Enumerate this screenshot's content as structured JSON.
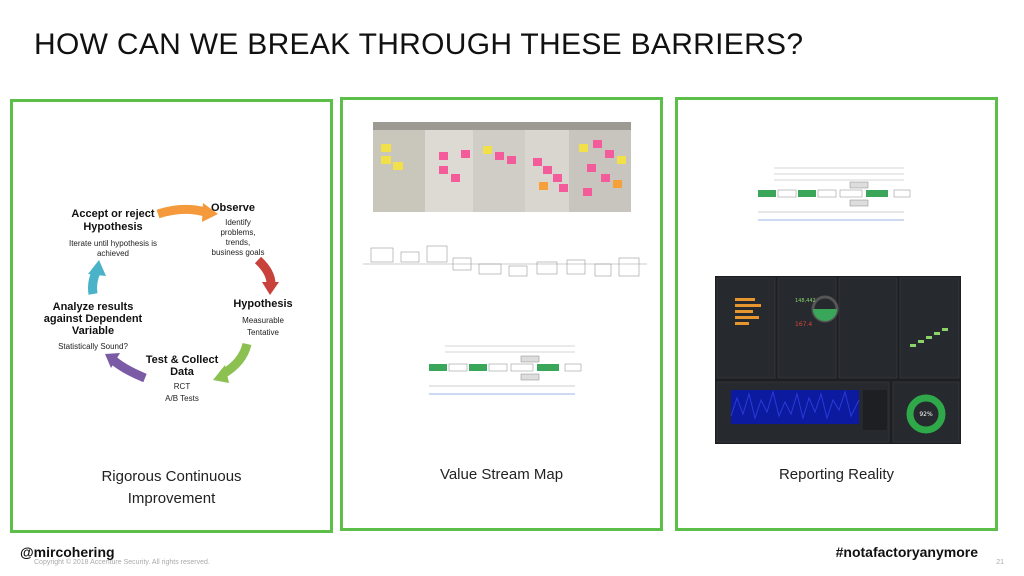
{
  "slide": {
    "title": "HOW CAN WE BREAK THROUGH THESE BARRIERS?",
    "footer_handle": "@mircohering",
    "footer_hashtag": "#notafactoryanymore",
    "copyright": "Copyright © 2018 Accenture Security. All rights reserved.",
    "page_number": "21"
  },
  "panels": [
    {
      "caption_line1": "Rigorous Continuous",
      "caption_line2": "Improvement",
      "cycle": {
        "observe_title": "Observe",
        "observe_sub": [
          "Identify",
          "problems,",
          "trends,",
          "business goals"
        ],
        "hypothesis_title": "Hypothesis",
        "hypothesis_sub": [
          "Measurable",
          "Tentative"
        ],
        "test_title": [
          "Test & Collect",
          "Data"
        ],
        "test_sub": [
          "RCT",
          "A/B Tests"
        ],
        "analyze_title": [
          "Analyze results",
          "against Dependent",
          "Variable"
        ],
        "analyze_sub": "Statistically Sound?",
        "accept_title": [
          "Accept or reject",
          "Hypothesis"
        ],
        "accept_sub": [
          "Iterate until hypothesis is",
          "achieved"
        ]
      }
    },
    {
      "caption": "Value Stream Map"
    },
    {
      "caption": "Reporting Reality",
      "dashboard_gauge_value": "92%"
    }
  ],
  "colors": {
    "panel_border": "#5cbf4a",
    "arrow_orange": "#f59a3c",
    "arrow_red": "#c8413b",
    "arrow_green": "#8cc152",
    "arrow_purple": "#7b5aa6",
    "arrow_teal": "#4bb3c8"
  }
}
